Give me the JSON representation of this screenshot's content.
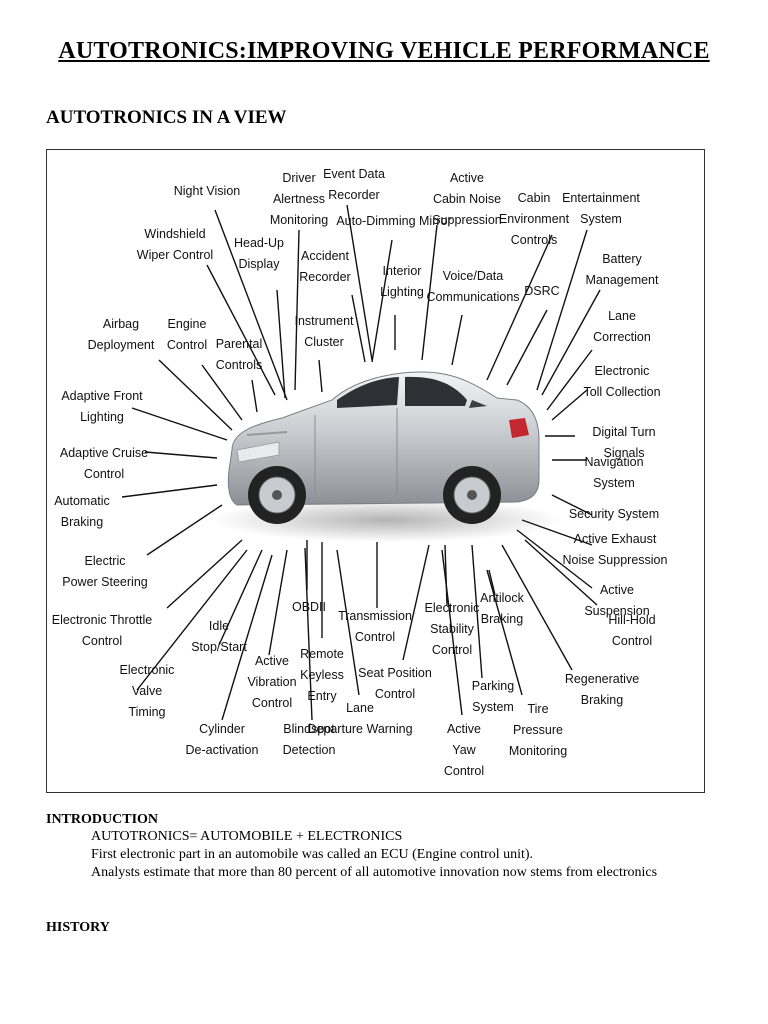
{
  "document": {
    "title": "AUTOTRONICS:IMPROVING VEHICLE PERFORMANCE",
    "section_heading": "AUTOTRONICS IN A VIEW",
    "introduction_heading": "INTRODUCTION",
    "introduction_lines": [
      "AUTOTRONICS= AUTOMOBILE + ELECTRONICS",
      "First electronic part in an automobile was called an ECU (Engine control unit).",
      "Analysts estimate that more than 80 percent of all automotive innovation now stems from electronics"
    ],
    "history_heading": "HISTORY"
  },
  "figure": {
    "labels": [
      "Night Vision",
      "Driver Alertness Monitoring",
      "Event Data Recorder",
      "Active Cabin Noise Suppression",
      "Cabin Environment Controls",
      "Entertainment System",
      "Windshield Wiper Control",
      "Head-Up Display",
      "Accident Recorder",
      "Auto-Dimming Mirror",
      "Interior Lighting",
      "Voice/Data Communications",
      "DSRC",
      "Battery Management",
      "Airbag Deployment",
      "Engine Control",
      "Parental Controls",
      "Instrument Cluster",
      "Lane Correction",
      "Electronic Toll Collection",
      "Adaptive Front Lighting",
      "Digital Turn Signals",
      "Adaptive Cruise Control",
      "Navigation System",
      "Automatic Braking",
      "Security System",
      "Active Exhaust Noise Suppression",
      "Electric Power Steering",
      "Active Suspension",
      "OBDII",
      "Antilock Braking",
      "Electronic Throttle Control",
      "Idle Stop/Start",
      "Transmission Control",
      "Electronic Stability Control",
      "Hill-Hold Control",
      "Electronic Valve Timing",
      "Active Vibration Control",
      "Remote Keyless Entry",
      "Seat Position Control",
      "Regenerative Braking",
      "Parking System",
      "Tire Pressure Monitoring",
      "Lane Departure Warning",
      "Cylinder De-activation",
      "Blindspot Detection",
      "Active Yaw Control"
    ]
  }
}
